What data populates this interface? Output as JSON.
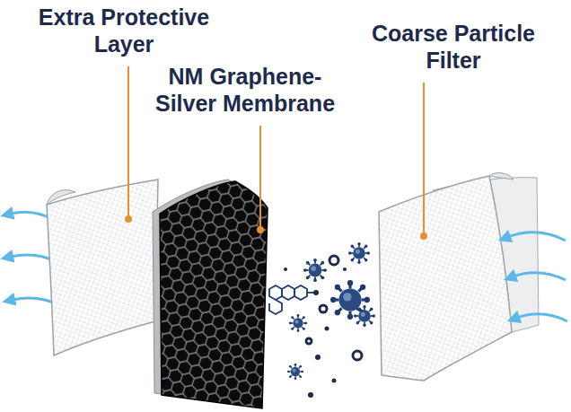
{
  "diagram": {
    "labels": [
      "Extra Protective Layer",
      "NM Graphene-Silver Membrane",
      "Coarse Particle Filter"
    ]
  }
}
